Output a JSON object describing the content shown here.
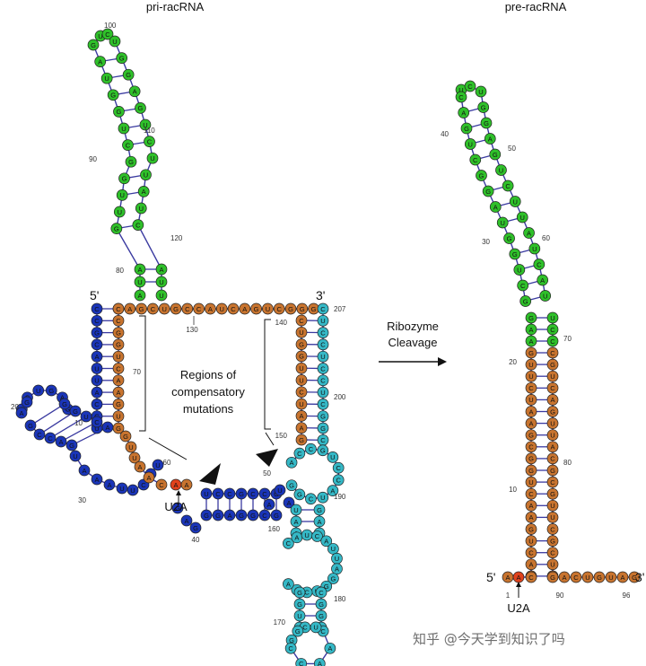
{
  "titles": {
    "left": "pri-racRNA",
    "right": "pre-racRNA"
  },
  "labels": {
    "regions": [
      "Regions of",
      "compensatory",
      "mutations"
    ],
    "ribozyme": [
      "Ribozyme",
      "Cleavage"
    ],
    "u2a_left": "U2A",
    "u2a_right": "U2A",
    "five_prime": "5'",
    "three_prime": "3'"
  },
  "colors": {
    "blue": "#1a35b8",
    "brown": "#c8742f",
    "green": "#2fc02a",
    "cyan": "#35b8c6",
    "red": "#e0421c",
    "backbone": "#3a3aa0"
  },
  "pri": {
    "left_stem_5p": "CCGCAUUACGUCA",
    "left_stem_3p": "GCGGUCAAGUG",
    "top_bridge": "CAGCUGCCAUCAGUCGG",
    "green_left": "GAUGGUCGGUUGAUA",
    "green_right": "UGGAGUCUUAUCAUU",
    "right_stem_left": "CUGGUUCUAAG",
    "right_stem_right": "CUCCUCCUCGG",
    "blue_bulge": "CGCCUGAGGCU",
    "lower_blue_top": "UCCGCCGCUA",
    "lower_blue_bottom": "GGAGGCGGCG",
    "cyan_loop1": "ACCGUCCAUCG",
    "cyan_loop2": "CAUCAUUAGGUCCAAC",
    "cyan_stem": "GUUGCCGUCG",
    "nums": [
      "100",
      "110",
      "90",
      "120",
      "80",
      "130",
      "70",
      "140",
      "207",
      "200",
      "150",
      "190",
      "20",
      "60",
      "50",
      "10",
      "30",
      "40",
      "160",
      "180",
      "170"
    ]
  },
  "pre": {
    "green_left": "CAGUCGGAUGGUCGGUUGAUA",
    "green_right": "UGGAGUCUUAUCAUUCAUG",
    "brown_left": "GUUCUAAGCGGUCAAGUCAA",
    "brown_right": "CGUCAGUUACGCGUUCGCUC",
    "tail": "GACUGUAG",
    "five_end": "AAC",
    "nums": [
      "40",
      "50",
      "30",
      "60",
      "70",
      "20",
      "80",
      "10",
      "1",
      "90",
      "96"
    ]
  },
  "watermark": "知乎 @今天学到知识了吗"
}
